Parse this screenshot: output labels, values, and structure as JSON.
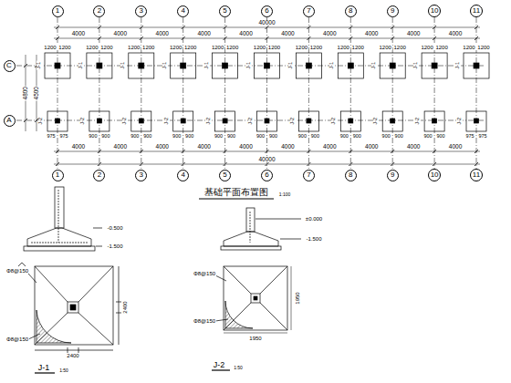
{
  "diagram": {
    "nodes": [
      {
        "text": [
          "1"
        ]
      },
      {
        "text": [
          "2"
        ]
      },
      {
        "text": [
          "3"
        ]
      },
      {
        "text": [
          "4"
        ]
      },
      {
        "text": [
          "5"
        ]
      },
      {
        "text": [
          "6"
        ]
      },
      {
        "text": [
          "7"
        ]
      },
      {
        "text": [
          "8"
        ]
      },
      {
        "text": [
          "9"
        ]
      },
      {
        "text": [
          "10"
        ]
      },
      {
        "text": [
          "11"
        ]
      },
      {
        "text": [
          "C"
        ]
      },
      {
        "text": [
          "A"
        ]
      },
      {
        "text": [
          "1"
        ]
      },
      {
        "text": [
          "2"
        ]
      },
      {
        "text": [
          "3"
        ]
      },
      {
        "text": [
          "4"
        ]
      },
      {
        "text": [
          "5"
        ]
      },
      {
        "text": [
          "6"
        ]
      },
      {
        "text": [
          "7"
        ]
      },
      {
        "text": [
          "8"
        ]
      },
      {
        "text": [
          "9"
        ]
      },
      {
        "text": [
          "10"
        ]
      },
      {
        "text": [
          "11"
        ]
      }
    ],
    "labels": [
      "4000",
      "4000",
      "4000",
      "4000",
      "4000",
      "4000",
      "4000",
      "4000",
      "4000",
      "4000",
      "40000",
      "4000",
      "4000",
      "4000",
      "4000",
      "4000",
      "4000",
      "4000",
      "4000",
      "4000",
      "4000",
      "40000",
      "4800",
      "4500",
      "1200",
      "1200",
      "J-1",
      "1200",
      "1200",
      "J-1",
      "1200",
      "1200",
      "J-1",
      "1200",
      "1200",
      "J-1",
      "1200",
      "1200",
      "J-1",
      "1200",
      "1200",
      "J-1",
      "1200",
      "1200",
      "J-1",
      "1200",
      "1200",
      "J-1",
      "1200",
      "1200",
      "J-1",
      "1200",
      "1200",
      "J-1",
      "1200",
      "1200",
      "J-1",
      "975",
      "975",
      "J-2",
      "900",
      "900",
      "J-2",
      "900",
      "900",
      "J-2",
      "900",
      "900",
      "J-2",
      "900",
      "900",
      "J-2",
      "900",
      "900",
      "J-2",
      "900",
      "900",
      "J-2",
      "900",
      "900",
      "J-2",
      "900",
      "900",
      "J-2",
      "900",
      "900",
      "J-2",
      "975",
      "975",
      "J-2",
      "基础平面布置图",
      "1:100",
      "J-1",
      "1:50",
      "J-2",
      "1:50",
      "-0.500",
      "-1.500",
      "±0.000",
      "-1.500",
      "Φ8@150",
      "Φ8@150",
      "2400",
      "2400",
      "Φ8@150",
      "Φ8@150",
      "1950",
      "1950"
    ]
  }
}
